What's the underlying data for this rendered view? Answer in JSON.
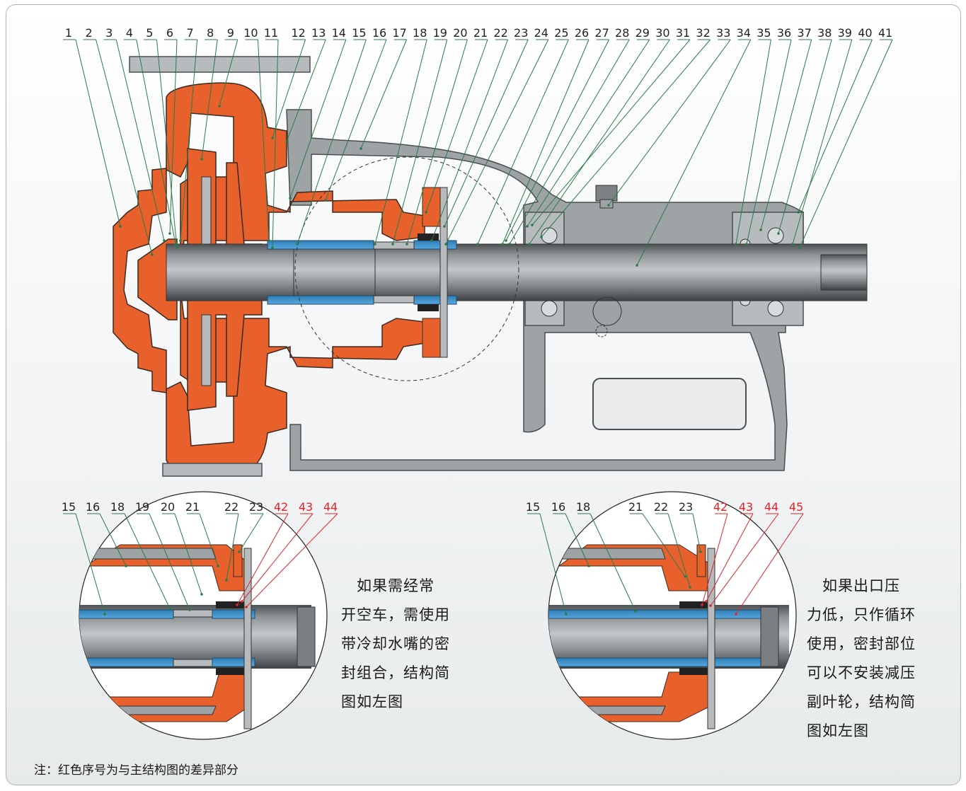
{
  "main_labels": [
    "1",
    "2",
    "3",
    "4",
    "5",
    "6",
    "7",
    "8",
    "9",
    "10",
    "11",
    "12",
    "13",
    "14",
    "15",
    "16",
    "17",
    "18",
    "19",
    "20",
    "21",
    "22",
    "23",
    "24",
    "25",
    "26",
    "27",
    "28",
    "29",
    "30",
    "31",
    "32",
    "33",
    "34",
    "35",
    "36",
    "37",
    "38",
    "39",
    "40",
    "41"
  ],
  "detail_left": {
    "labels": [
      "15",
      "16",
      "18",
      "19",
      "20",
      "21",
      "22",
      "23"
    ],
    "diff_labels": [
      "42",
      "43",
      "44"
    ],
    "note_lines": [
      "　如果需经常",
      "开空车，需使用",
      "带冷却水嘴的密",
      "封组合，结构简",
      "图如左图"
    ]
  },
  "detail_right": {
    "labels": [
      "15",
      "16",
      "18",
      "21",
      "22",
      "23"
    ],
    "diff_labels": [
      "42",
      "43",
      "44",
      "45"
    ],
    "note_lines": [
      "　如果出口压",
      "力低，只作循环",
      "使用，密封部位",
      "可以不安装减压",
      "副叶轮，结构简",
      "图如左图"
    ]
  },
  "footnote": "注：红色序号为与主结构图的差异部分",
  "colors": {
    "casing": "#e8612c",
    "frame": "#9ea3a6",
    "shaft": "#7b7f82",
    "sleeve": "#3a8fc9",
    "leader_main": "#2c7a4a",
    "leader_diff": "#e0242a"
  }
}
